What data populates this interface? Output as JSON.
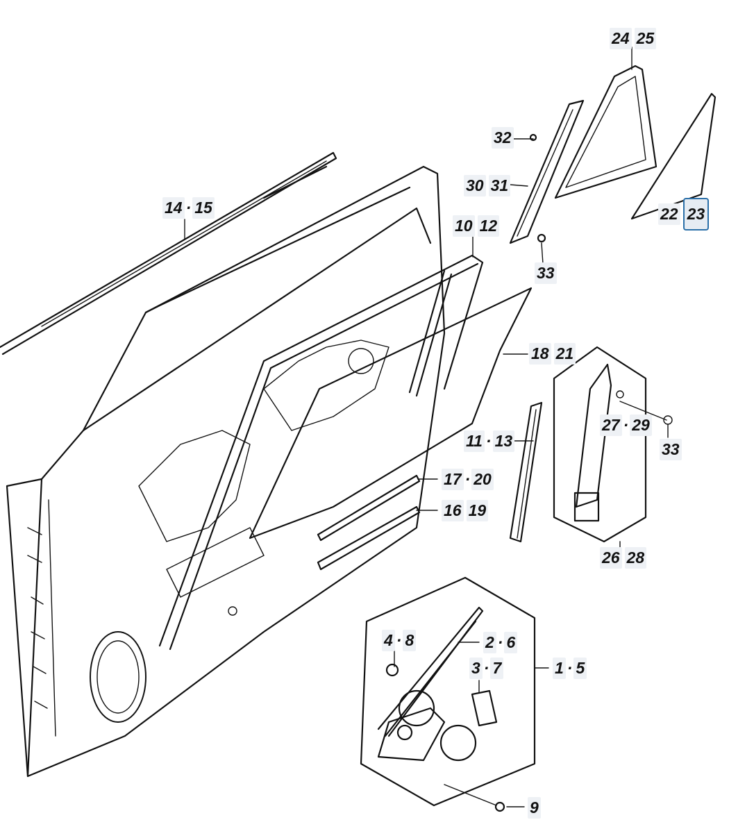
{
  "callouts": [
    {
      "id": "24-25",
      "parts": [
        "24",
        "25"
      ],
      "sep": " "
    },
    {
      "id": "32",
      "parts": [
        "32"
      ],
      "sep": ""
    },
    {
      "id": "30-31",
      "parts": [
        "30",
        "31"
      ],
      "sep": " "
    },
    {
      "id": "14-15",
      "parts": [
        "14",
        "15"
      ],
      "sep": "·"
    },
    {
      "id": "10-12",
      "parts": [
        "10",
        "12"
      ],
      "sep": " "
    },
    {
      "id": "22-23",
      "parts": [
        "22",
        "23"
      ],
      "sep": " ",
      "selected": "23"
    },
    {
      "id": "33a",
      "parts": [
        "33"
      ],
      "sep": ""
    },
    {
      "id": "18-21",
      "parts": [
        "18",
        "21"
      ],
      "sep": " "
    },
    {
      "id": "27-29",
      "parts": [
        "27",
        "29"
      ],
      "sep": "·"
    },
    {
      "id": "33b",
      "parts": [
        "33"
      ],
      "sep": ""
    },
    {
      "id": "11-13",
      "parts": [
        "11",
        "13"
      ],
      "sep": "·"
    },
    {
      "id": "17-20",
      "parts": [
        "17",
        "20"
      ],
      "sep": "·"
    },
    {
      "id": "16-19",
      "parts": [
        "16",
        "19"
      ],
      "sep": " "
    },
    {
      "id": "26-28",
      "parts": [
        "26",
        "28"
      ],
      "sep": " "
    },
    {
      "id": "4-8",
      "parts": [
        "4",
        "8"
      ],
      "sep": "·"
    },
    {
      "id": "2-6",
      "parts": [
        "2",
        "6"
      ],
      "sep": "·"
    },
    {
      "id": "3-7",
      "parts": [
        "3",
        "7"
      ],
      "sep": "·"
    },
    {
      "id": "1-5",
      "parts": [
        "1",
        "5"
      ],
      "sep": "·"
    },
    {
      "id": "9",
      "parts": [
        "9"
      ],
      "sep": ""
    }
  ]
}
